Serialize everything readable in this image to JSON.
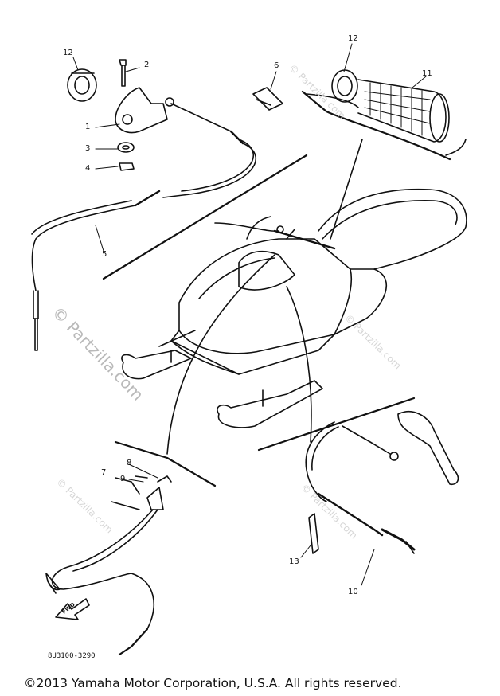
{
  "callouts": {
    "c1": "1",
    "c2": "2",
    "c3": "3",
    "c4": "4",
    "c5": "5",
    "c6": "6",
    "c7": "7",
    "c8": "8",
    "c9": "9",
    "c10": "10",
    "c11": "11",
    "c12a": "12",
    "c12b": "12",
    "c13": "13"
  },
  "watermarks": {
    "main": "© Partzilla.com",
    "small_a": "© Partzilla.com",
    "small_b": "© Partzilla.com",
    "small_c": "© Partzilla.com",
    "small_d": "© Partzilla.com"
  },
  "part_number": "8U3100-3290",
  "fwd_label": "FWD",
  "copyright": "©2013  Yamaha Motor Corporation, U.S.A. All rights reserved."
}
